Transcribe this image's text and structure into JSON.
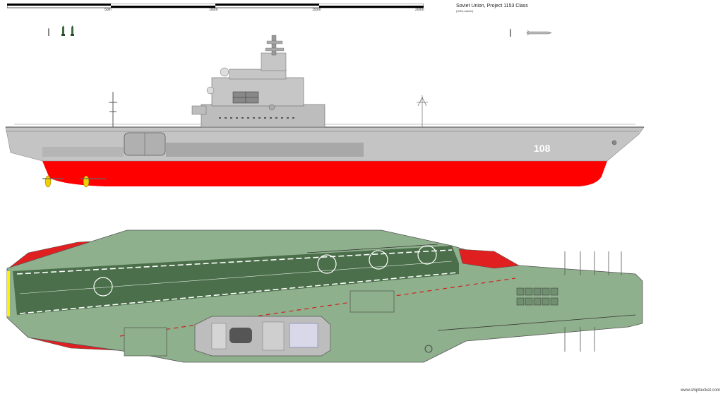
{
  "drawing": {
    "title": "Soviet Union, Project 1153 Class",
    "subtitle": "(Orёл-carrier)",
    "hull_number": "108",
    "credit": "www.shipbucket.com",
    "scale_labels": [
      "50m",
      "100m",
      "150m",
      "200m"
    ]
  },
  "colors": {
    "hull_grey": "#c4c4c4",
    "hull_dark_grey": "#9a9a9a",
    "waterline_red": "#ff0000",
    "deck_green": "#8fb08c",
    "runway_dark_green": "#4a6f4a",
    "deck_outline": "#555555",
    "island_grey": "#bdbdbd",
    "marking_white": "#ffffff",
    "marking_red": "#d02020",
    "marking_yellow": "#ffef00"
  }
}
